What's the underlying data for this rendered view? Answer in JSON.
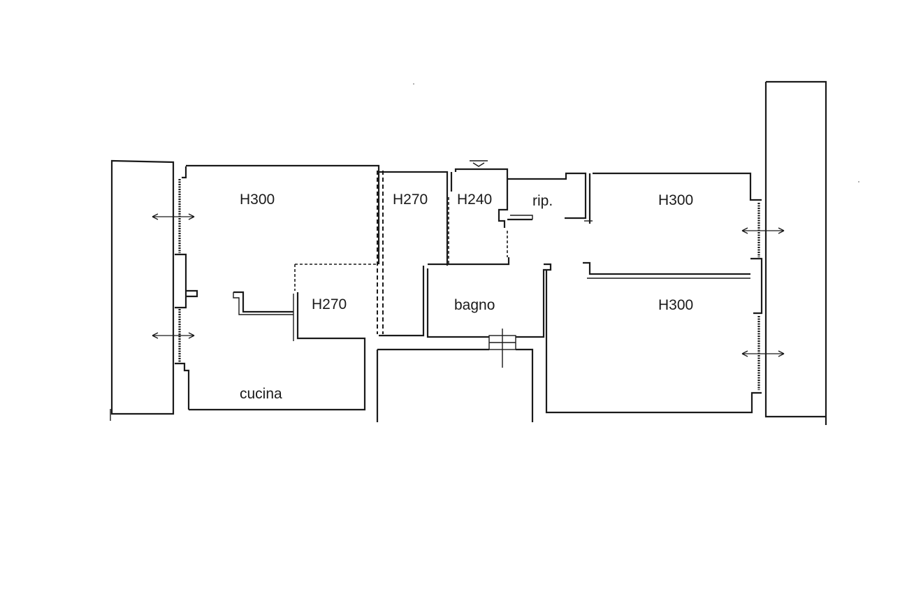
{
  "rooms": {
    "living_left": "H300",
    "hall_center": "H270",
    "corridor_left": "H270",
    "entry": "H240",
    "storage": "rip.",
    "bedroom_top": "H300",
    "bathroom": "bagno",
    "bedroom_bottom": "H300",
    "kitchen": "cucina"
  }
}
